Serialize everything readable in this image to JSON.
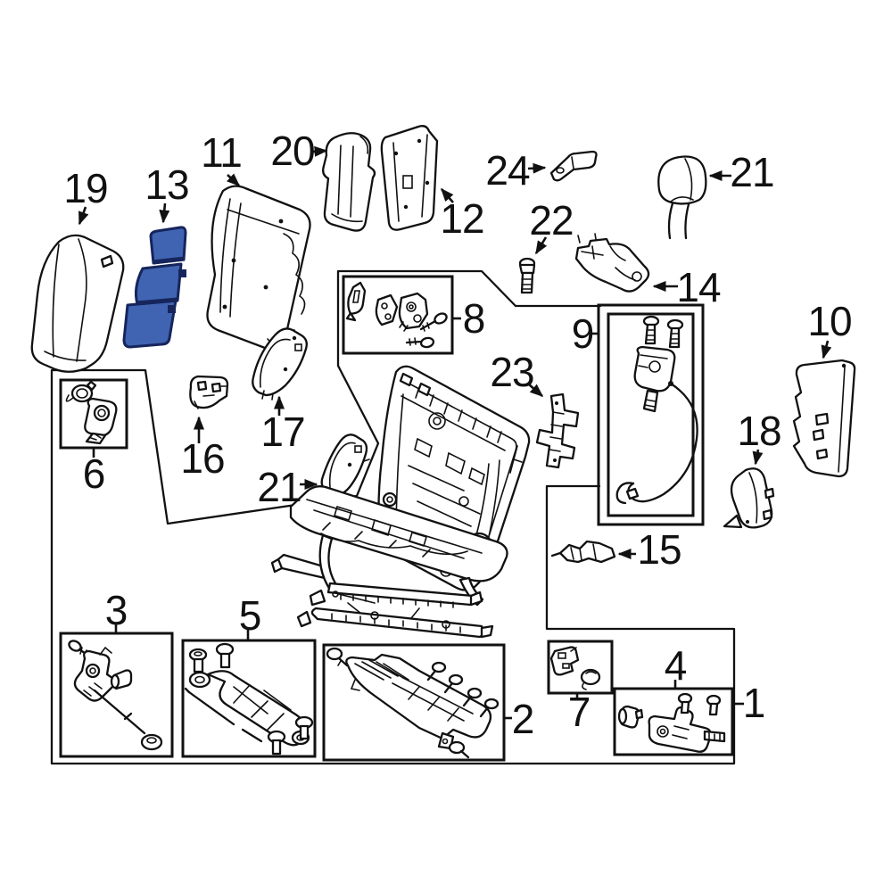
{
  "diagram": {
    "kind": "exploded-parts-diagram",
    "background_color": "#ffffff",
    "line_color": "#111111",
    "highlight_color": "#4064b2",
    "highlight_stroke": "#16255c"
  },
  "callouts": {
    "part19": "19",
    "part13": "13",
    "part11": "11",
    "part20": "20",
    "part12": "12",
    "part24": "24",
    "part21_headrest": "21",
    "part22": "22",
    "part14": "14",
    "part10": "10",
    "part8": "8",
    "part9": "9",
    "part23": "23",
    "part18": "18",
    "part16": "16",
    "part17": "17",
    "part21_trim": "21",
    "part15": "15",
    "part6": "6",
    "part3": "3",
    "part5": "5",
    "part2": "2",
    "part7": "7",
    "part4": "4",
    "part1": "1"
  }
}
